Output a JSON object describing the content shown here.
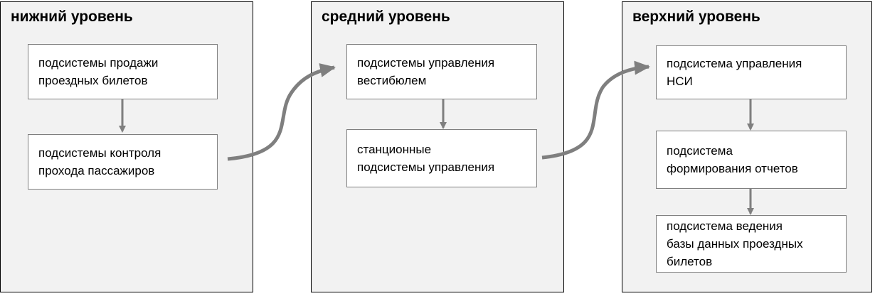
{
  "colors": {
    "panel_fill": "#f2f2f2",
    "panel_border": "#000000",
    "node_fill": "#ffffff",
    "node_border": "#7f7f7f",
    "arrow": "#7f7f7f"
  },
  "levels": [
    {
      "title": "нижний уровень",
      "nodes": [
        "подсистемы продажи\nпроездных билетов",
        "подсистемы контроля\nпрохода пассажиров"
      ]
    },
    {
      "title": "средний уровень",
      "nodes": [
        "подсистемы управления\nвестибюлем",
        "станционные\nподсистемы управления"
      ]
    },
    {
      "title": "верхний уровень",
      "nodes": [
        "подсистема управления\nНСИ",
        "подсистема\nформирования отчетов",
        "подсистема ведения\nбазы данных проездных\nбилетов"
      ]
    }
  ]
}
